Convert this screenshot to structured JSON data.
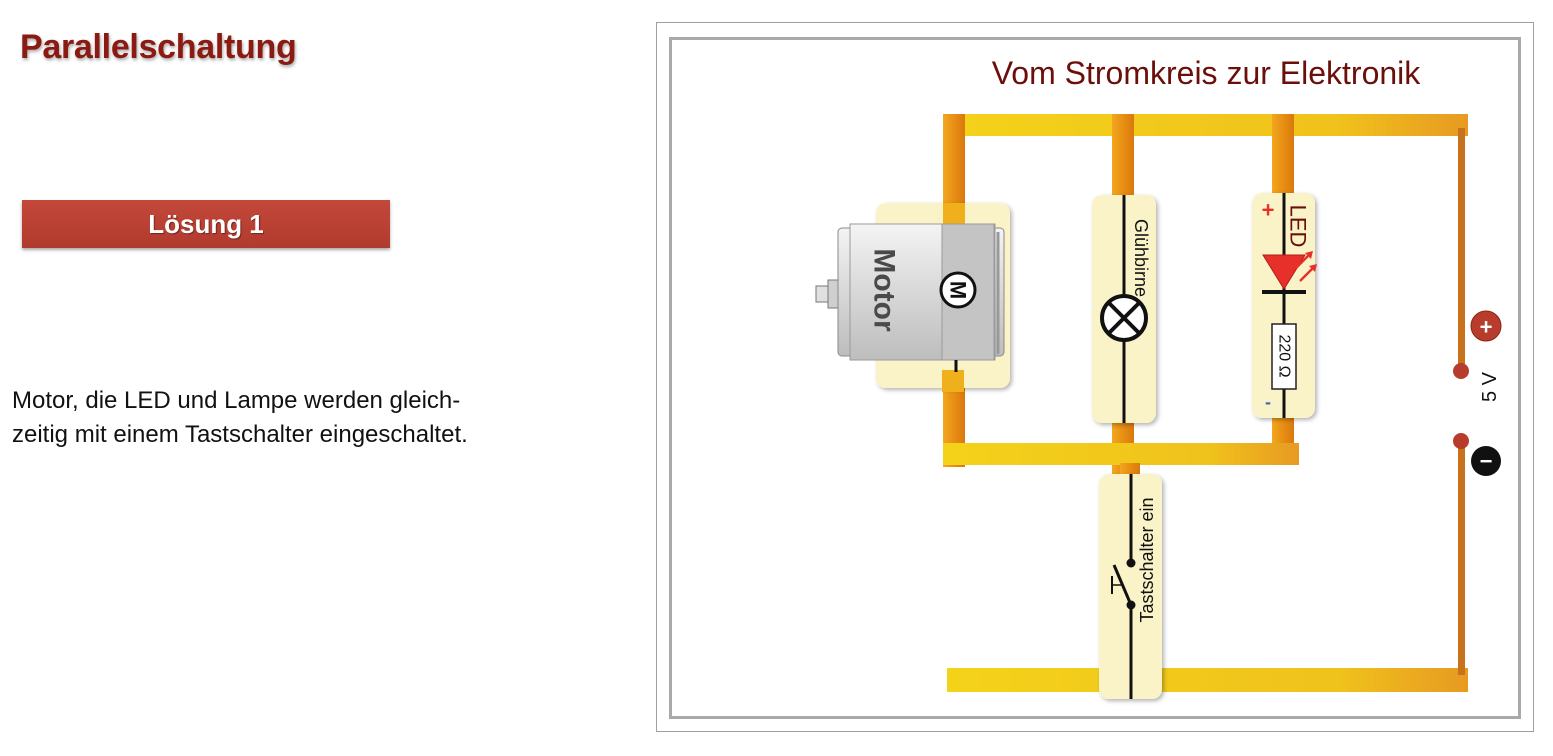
{
  "page": {
    "title": "Parallelschaltung",
    "solution_button": "Lösung 1",
    "description_lines": [
      "Motor, die LED und Lampe werden gleich-",
      "zeitig mit einem Tastschalter eingeschaltet."
    ]
  },
  "diagram": {
    "title": "Vom Stromkreis zur Elektronik",
    "motor_label": "Motor",
    "motor_symbol": "M",
    "lamp_label": "Glühbirne",
    "led_label": "LED",
    "led_plus": "+",
    "led_minus": "-",
    "resistor_label": "220 Ω",
    "switch_label": "Tastschalter ein",
    "voltage_label": "5 V",
    "plus_terminal": "+",
    "minus_terminal": "−"
  },
  "colors": {
    "title_red": "#8b1a12",
    "button_red": "#b8402f",
    "wire_yellow": "#f2c91a",
    "wire_orange": "#e7961c",
    "component_cream": "#fbf3c8",
    "led_red": "#e8302a",
    "terminal_red": "#b83c2c",
    "diagram_title": "#6b0f0a"
  }
}
